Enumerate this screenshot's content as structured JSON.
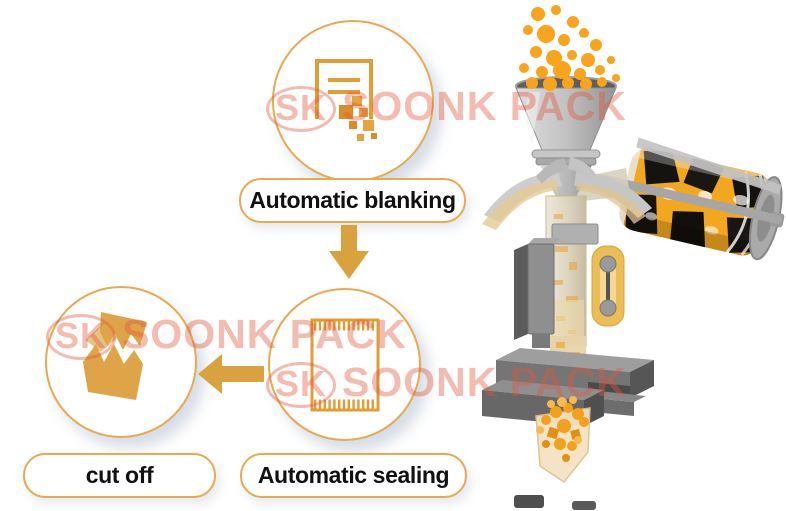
{
  "flow": {
    "steps": [
      {
        "id": "automatic-blanking",
        "label": "Automatic blanking",
        "icon": "blanking-icon"
      },
      {
        "id": "automatic-sealing",
        "label": "Automatic sealing",
        "icon": "sealing-icon"
      },
      {
        "id": "cut-off",
        "label": "cut off",
        "icon": "cutoff-icon"
      }
    ],
    "connections": [
      {
        "from": "automatic-blanking",
        "to": "automatic-sealing",
        "arrow": "down"
      },
      {
        "from": "automatic-sealing",
        "to": "cut-off",
        "arrow": "left"
      }
    ]
  },
  "watermark": {
    "logo": "SK",
    "text": "SOONK PACK",
    "full_text": "SK SOONK PACK",
    "instances": 3,
    "color": "#e4543a"
  },
  "machine": {
    "name": "vertical-form-fill-seal-machine",
    "parts": [
      "product-granules",
      "feeding-hopper",
      "film-shoulder",
      "forming-tube",
      "printed-film-roll",
      "roll-support-arm",
      "vertical-sealer",
      "film-guide-bracket",
      "horizontal-sealing-jaws",
      "finished-bag"
    ]
  },
  "colors": {
    "accent_orange": "#d9a23f",
    "outline_orange": "#e9a94f",
    "granule_orange": "#f9a41c",
    "film_orange": "#f2a71f",
    "label_text": "#111111",
    "machine_gray": "#9a9a9a",
    "background": "#ffffff"
  }
}
